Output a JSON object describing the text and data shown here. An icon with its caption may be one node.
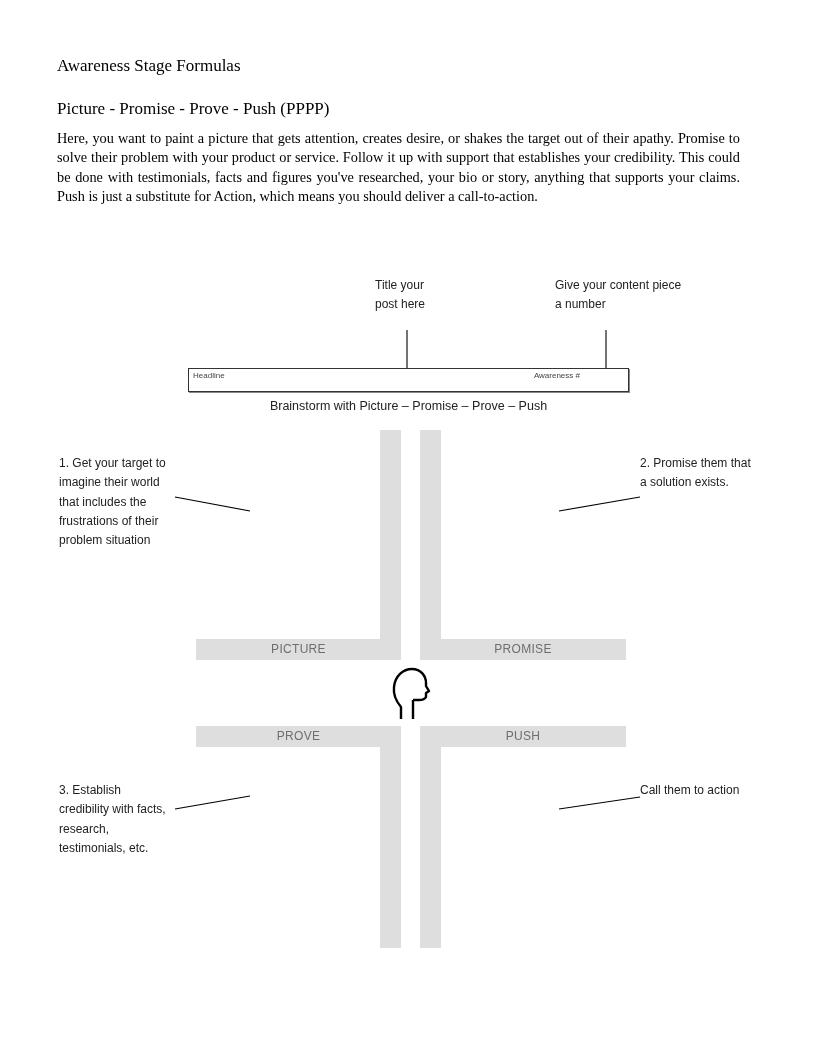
{
  "diagram": {
    "title": "Awareness Stage Formulas",
    "nodes": [
      {
        "text": [
          "Title your post here"
        ]
      },
      {
        "text": [
          "Give your content piece a number"
        ]
      },
      {
        "text": [
          "Headline",
          "Awareness #"
        ],
        "beside": [
          "Brainstorm with Picture – Promise – Prove – Push"
        ]
      },
      {
        "text": [
          "PICTURE"
        ]
      },
      {
        "text": [
          "PROMISE"
        ]
      },
      {
        "text": [
          "1. Get your target to imagine their world that includes the frustrations of their problem situation"
        ]
      },
      {
        "text": [
          "2. Promise them that a solution exists."
        ]
      },
      {
        "text": [
          "PROVE"
        ]
      },
      {
        "text": [
          "PUSH"
        ]
      },
      {
        "text": [
          "3. Establish credibility with facts, research, testimonials, etc."
        ]
      },
      {
        "text": [
          "Call them to action"
        ]
      }
    ],
    "edges": [
      {
        "from": 0,
        "to": 2,
        "arrow": "none"
      },
      {
        "from": 1,
        "to": 2,
        "arrow": "none"
      },
      {
        "from": 5,
        "to": 3,
        "arrow": "none"
      },
      {
        "from": 6,
        "to": 4,
        "arrow": "none"
      },
      {
        "from": 9,
        "to": 7,
        "arrow": "none"
      },
      {
        "from": 10,
        "to": 8,
        "arrow": "none"
      }
    ],
    "labels": [
      "Picture - Promise - Prove - Push (PPPP)",
      "Here, you want to paint a picture that gets attention, creates desire, or shakes the target out of their apathy. Promise to solve their problem with your product or service. Follow it up with support that establishes your credibility. This could be done with testimonials, facts and figures you've researched, your bio or story, anything that supports your claims. Push is just a substitute for Action, which means you should deliver a call-to-action."
    ]
  }
}
